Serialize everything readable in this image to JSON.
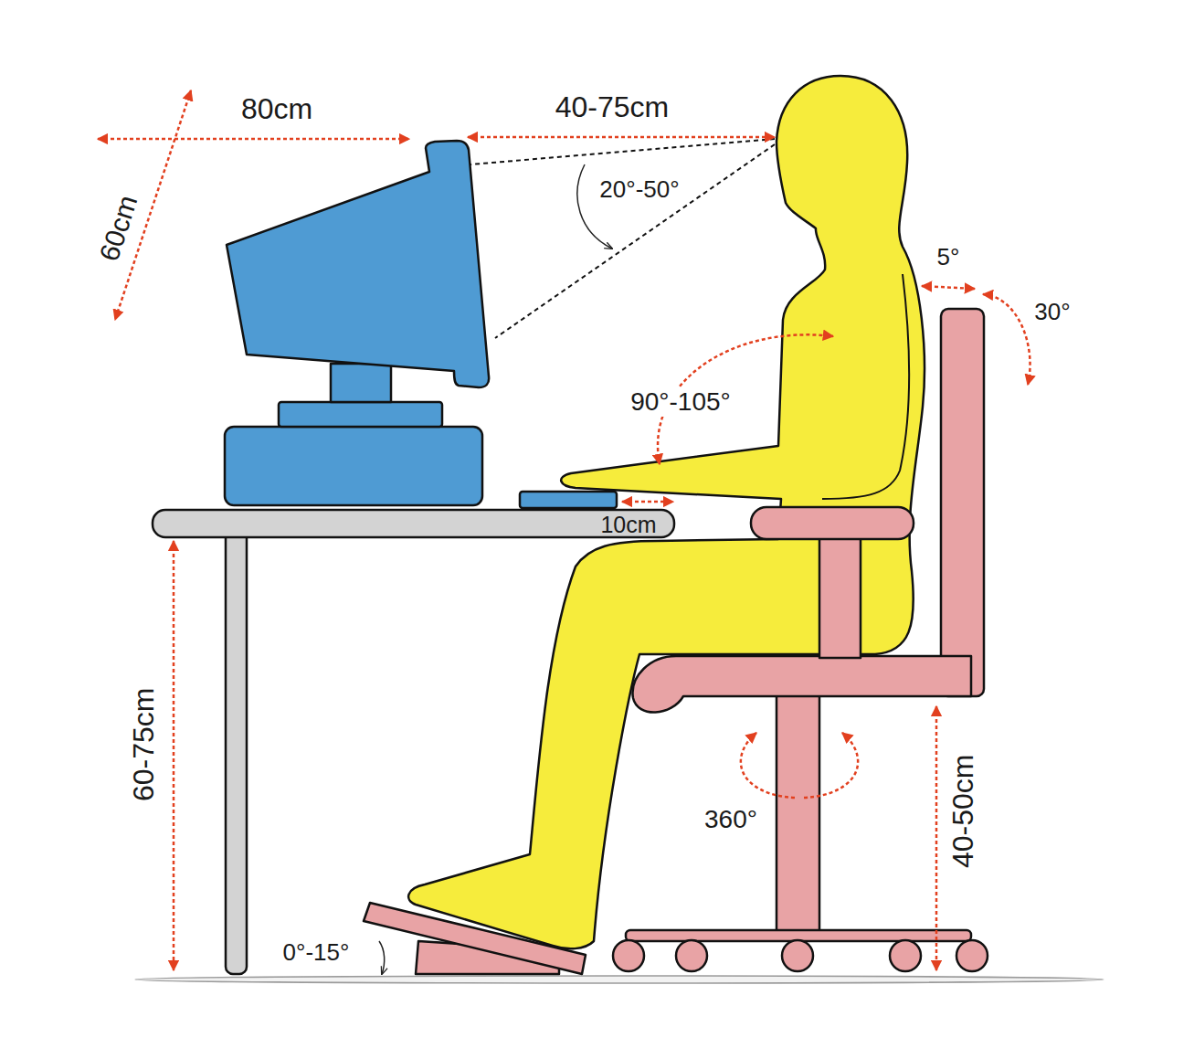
{
  "diagram": {
    "labels": [
      "80cm",
      "40-75cm",
      "60cm",
      "20°-50°",
      "5°",
      "30°",
      "90°-105°",
      "10cm",
      "60-75cm",
      "360°",
      "40-50cm",
      "0°-15°"
    ]
  }
}
